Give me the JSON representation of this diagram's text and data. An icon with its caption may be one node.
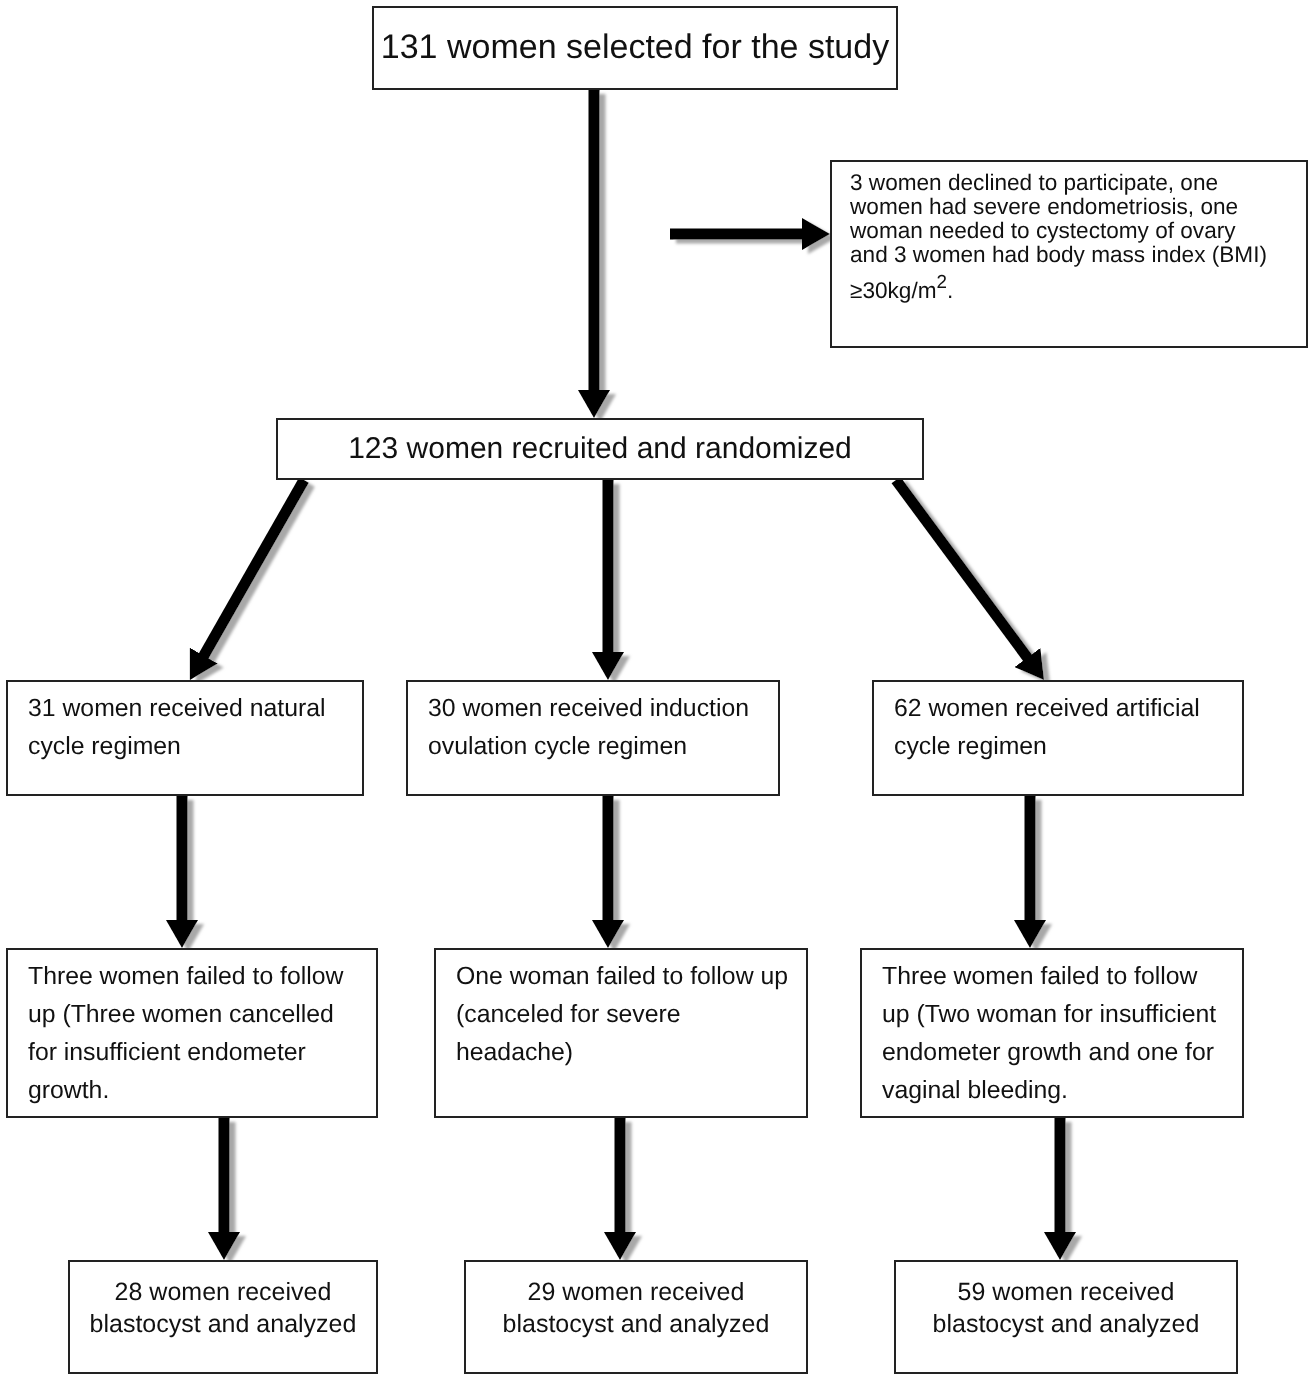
{
  "diagram": {
    "nodes": [
      {
        "text": [
          "131 women selected for the study"
        ]
      },
      {
        "text": [
          "3 women declined to participate, one women had severe endometriosis, one woman needed to cystectomy of ovary and 3 women had body mass index (BMI) ≥30kg/m$^{2}$."
        ]
      },
      {
        "text": [
          "123 women recruited and randomized"
        ]
      },
      {
        "text": [
          "31 women received natural cycle regimen"
        ]
      },
      {
        "text": [
          "30 women received induction ovulation cycle regimen"
        ]
      },
      {
        "text": [
          "62 women received artificial cycle regimen"
        ]
      },
      {
        "text": [
          "Three women failed to follow up (Three women cancelled for insufficient endometer growth."
        ]
      },
      {
        "text": [
          "One woman failed to follow up (canceled for severe headache)"
        ]
      },
      {
        "text": [
          "Three women failed to follow up (Two woman for insufficient endometer growth and one for vaginal bleeding."
        ]
      },
      {
        "text": [
          "28 women received blastocyst and analyzed"
        ]
      },
      {
        "text": [
          "29 women received blastocyst and analyzed"
        ]
      },
      {
        "text": [
          "59 women received blastocyst and analyzed"
        ]
      }
    ],
    "edges": [
      {
        "from": 0,
        "to": 2,
        "arrow": "to"
      },
      {
        "from": null,
        "to": 1,
        "arrow": "to"
      },
      {
        "from": 2,
        "to": 3,
        "arrow": "to"
      },
      {
        "from": 2,
        "to": 4,
        "arrow": "to"
      },
      {
        "from": 2,
        "to": 5,
        "arrow": "to"
      },
      {
        "from": 3,
        "to": 6,
        "arrow": "to"
      },
      {
        "from": 4,
        "to": 7,
        "arrow": "to"
      },
      {
        "from": 5,
        "to": 8,
        "arrow": "to"
      },
      {
        "from": 6,
        "to": 9,
        "arrow": "to"
      },
      {
        "from": 7,
        "to": 10,
        "arrow": "to"
      },
      {
        "from": 8,
        "to": 11,
        "arrow": "to"
      }
    ]
  }
}
